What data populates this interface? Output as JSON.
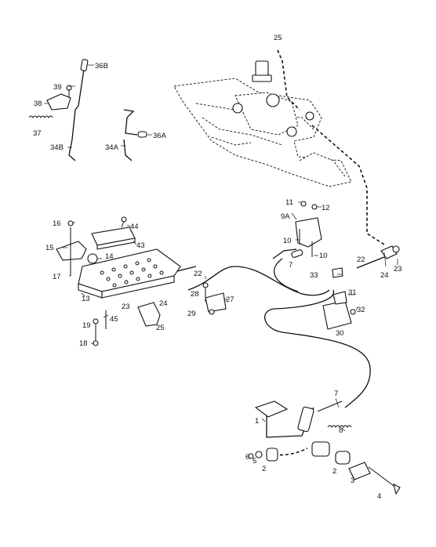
{
  "labels": {
    "l25top": "25",
    "l36b": "36B",
    "l39": "39",
    "l38": "38",
    "l37": "37",
    "l34b": "34B",
    "l34a": "34A",
    "l36a": "36A",
    "l11": "11",
    "l12": "12",
    "l9a": "9A",
    "l10a": "10",
    "l10b": "10",
    "l7a": "7",
    "l33": "33",
    "l22a": "22",
    "l24a": "24",
    "l23a": "23",
    "l31": "31",
    "l32": "32",
    "l30": "30",
    "l16": "16",
    "l44": "44",
    "l15": "15",
    "l43": "43",
    "l14": "14",
    "l17": "17",
    "l13": "13",
    "l22b": "22",
    "l28": "28",
    "l27": "27",
    "l29": "29",
    "l23b": "23",
    "l24b": "24",
    "l45": "45",
    "l25b": "25",
    "l19": "19",
    "l18": "18",
    "l7b": "7",
    "l1": "1",
    "l8": "8",
    "l6": "6",
    "l5": "5",
    "l2a": "2",
    "l2b": "2",
    "l3": "3",
    "l4": "4"
  }
}
